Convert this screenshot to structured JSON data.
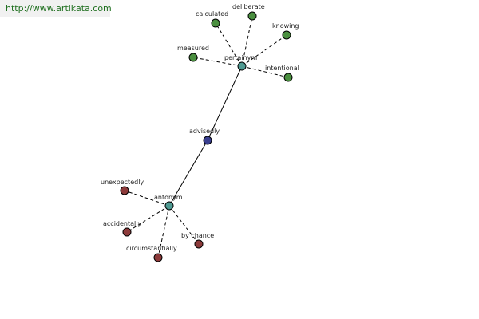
{
  "watermark": "http://www.artikata.com",
  "colors": {
    "background": "#ffffff",
    "watermark_bg": "#f1f1f1",
    "watermark_text": "#1f6f1f",
    "root": "#3a3f8f",
    "hub": "#4f9a92",
    "pertainym": "#4a8f3f",
    "antonym": "#8c3a3a",
    "edge": "#000000"
  },
  "graph": {
    "root": {
      "id": "advisedly",
      "label": "advisedly",
      "type": "root"
    },
    "hubs": [
      {
        "id": "pertainym",
        "label": "pertainym",
        "type": "hub"
      },
      {
        "id": "antonym",
        "label": "antonym",
        "type": "hub"
      }
    ],
    "leaves": [
      {
        "id": "calculated",
        "label": "calculated",
        "group": "pertainym"
      },
      {
        "id": "deliberate",
        "label": "deliberate",
        "group": "pertainym"
      },
      {
        "id": "knowing",
        "label": "knowing",
        "group": "pertainym"
      },
      {
        "id": "measured",
        "label": "measured",
        "group": "pertainym"
      },
      {
        "id": "intentional",
        "label": "intentional",
        "group": "pertainym"
      },
      {
        "id": "unexpectedly",
        "label": "unexpectedly",
        "group": "antonym"
      },
      {
        "id": "accidentally",
        "label": "accidentally",
        "group": "antonym"
      },
      {
        "id": "circumstantially",
        "label": "circumstantially",
        "group": "antonym"
      },
      {
        "id": "by-chance",
        "label": "by chance",
        "group": "antonym"
      }
    ],
    "edges": [
      {
        "from": "advisedly",
        "to": "pertainym",
        "style": "solid"
      },
      {
        "from": "advisedly",
        "to": "antonym",
        "style": "solid"
      },
      {
        "from": "pertainym",
        "to": "calculated",
        "style": "dashed"
      },
      {
        "from": "pertainym",
        "to": "deliberate",
        "style": "dashed"
      },
      {
        "from": "pertainym",
        "to": "knowing",
        "style": "dashed"
      },
      {
        "from": "pertainym",
        "to": "measured",
        "style": "dashed"
      },
      {
        "from": "pertainym",
        "to": "intentional",
        "style": "dashed"
      },
      {
        "from": "antonym",
        "to": "unexpectedly",
        "style": "dashed"
      },
      {
        "from": "antonym",
        "to": "accidentally",
        "style": "dashed"
      },
      {
        "from": "antonym",
        "to": "circumstantially",
        "style": "dashed"
      },
      {
        "from": "antonym",
        "to": "by-chance",
        "style": "dashed"
      }
    ]
  }
}
